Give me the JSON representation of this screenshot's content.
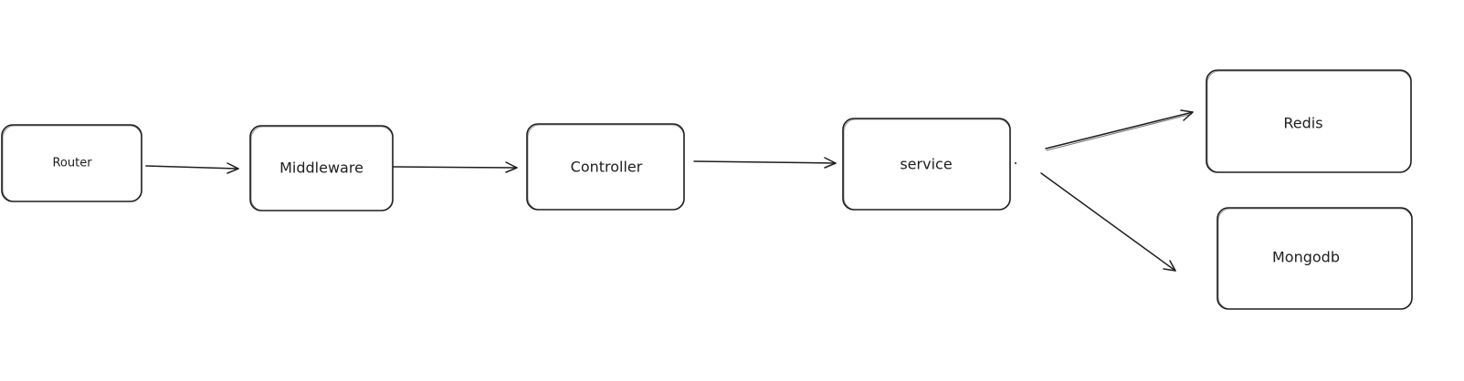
{
  "diagram": {
    "nodes": [
      {
        "id": "router",
        "label": "Router"
      },
      {
        "id": "middleware",
        "label": "Middleware"
      },
      {
        "id": "controller",
        "label": "Controller"
      },
      {
        "id": "service",
        "label": "service"
      },
      {
        "id": "redis",
        "label": "Redis"
      },
      {
        "id": "mongodb",
        "label": "Mongodb"
      }
    ],
    "edges": [
      {
        "from": "router",
        "to": "middleware"
      },
      {
        "from": "middleware",
        "to": "controller"
      },
      {
        "from": "controller",
        "to": "service"
      },
      {
        "from": "service",
        "to": "redis"
      },
      {
        "from": "service",
        "to": "mongodb"
      }
    ],
    "colors": {
      "stroke": "#1e1e1e",
      "fill": "#ffffff",
      "background": "#ffffff"
    }
  }
}
